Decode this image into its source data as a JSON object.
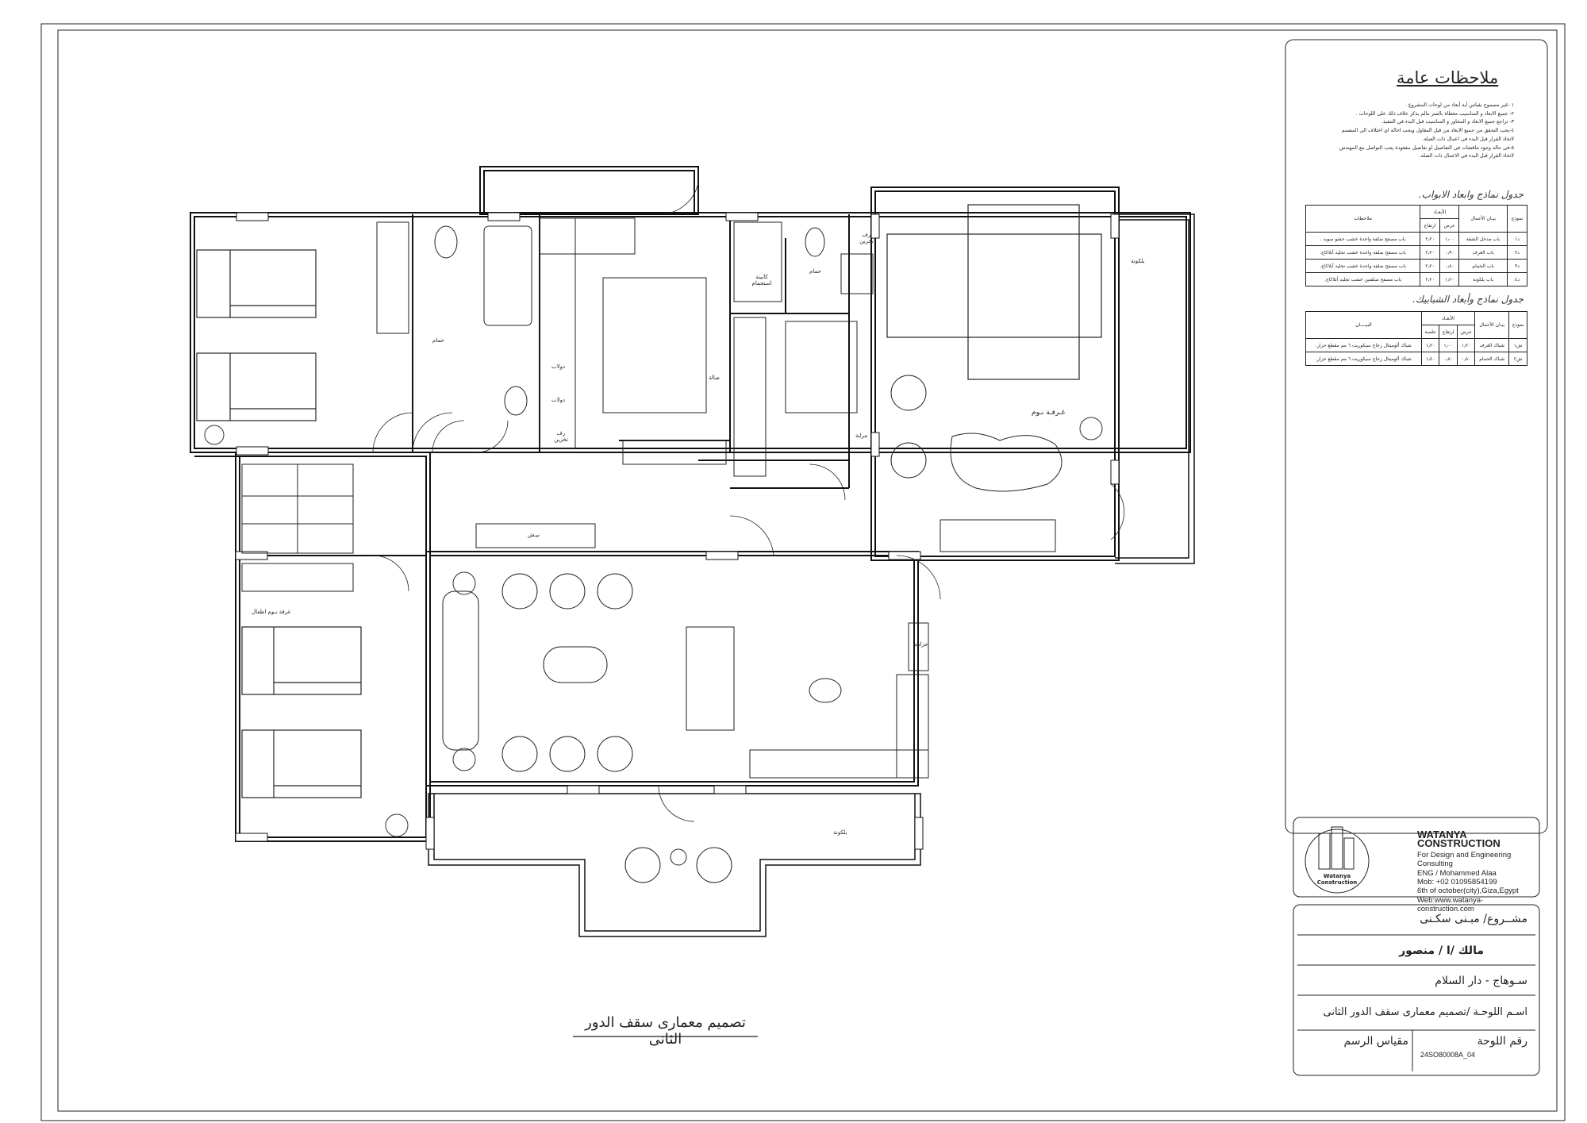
{
  "notes": {
    "title": "ملاحظات عامة",
    "items": [
      "١ -غير مسموح بقياس أية أبعاد من لوحات المشروع .",
      "٢- جميع الابعاد و المناسيب معطاة بالمتر مالم يذكر خلاف ذلك على اللوحات .",
      "٣- تراجع جميع الابعاد و المحاور و المناسيب قبل البدء في التنفيذ.",
      "٤-يجب التحقق من جميع الابعاد من قبل المقاول ويجب احالة اى اختلاف الى المصمم",
      "لاتخاذ القرار قبل البدء فى اعمال ذات الصلة.",
      "٥-فى حالة وجود تناقضات فى التفاصيل او تفاصيل مفقودة يجب التواصل مع المهندس",
      "لاتخاذ القرار قبل البدء فى الاعمال ذات الصلة."
    ]
  },
  "doors_table": {
    "title": "جدول نماذج وابعاد الابواب.",
    "headers": {
      "model": "نموذج",
      "desc": "بيـان الأعمال",
      "dims": "الأبعـاد",
      "width": "عرض",
      "height": "ارتفاع",
      "notes": "ملاحظات"
    },
    "rows": [
      {
        "model": "د١",
        "desc": "باب مدخل الشقة",
        "width": "١٫٠٠",
        "height": "٢٫٢٠",
        "notes": "باب مصفح ضلفة واحدة خشب حشو سويد ."
      },
      {
        "model": "د٢",
        "desc": "باب الغرف",
        "width": "٠٫٩٠",
        "height": "٢٫٢٠",
        "notes": "باب مصفح ضلفة واحدة خشب تجليد أبلاكاج."
      },
      {
        "model": "د٣",
        "desc": "باب الحمام",
        "width": "٠٫٨٠",
        "height": "٢٫٢٠",
        "notes": "باب مصفح ضلفة واحدة خشب تجليد أبلاكاج."
      },
      {
        "model": "د٤",
        "desc": "باب بلكونة",
        "width": "١٫٢٠",
        "height": "٢٫٢٠",
        "notes": "باب مصفح ضلفتين خشب تجليد أبلاكاج."
      }
    ]
  },
  "windows_table": {
    "title": "جدول نماذج وأبعاد الشبابيك.",
    "headers": {
      "model": "نموذج",
      "desc": "بيـان الأعمال",
      "dims": "الأبعـاد",
      "width": "عرض",
      "height": "ارتفاع",
      "sill": "جلسة",
      "statement": "البيــــان"
    },
    "rows": [
      {
        "model": "ش١",
        "desc": "شباك الغرف",
        "width": "١٫٢٠",
        "height": "١٫٠٠",
        "sill": "١٫٢٠",
        "statement": "شباك ألوميتال زجاج سيكوريت ٦ مم مقطع جرار."
      },
      {
        "model": "ش٢",
        "desc": "شباك الحمام",
        "width": "٠٫٨٠",
        "height": "٠٫٨٠",
        "sill": "١٫٤٠",
        "statement": "شباك ألوميتال زجاج سيكوريت ٦ مم مقطع جرار."
      }
    ]
  },
  "company": {
    "name": "WATANYA CONSTRUCTION",
    "lines": [
      "For Design and Engineering Consulting",
      "ENG / Mohammed Alaa",
      "Mob: +02 01095854199",
      "6th of october(city),Giza,Egypt",
      "Web:www.watanya-construction.com"
    ],
    "logo_caption": "Watanya Construction"
  },
  "title_block": {
    "project": "مشــروع/ مبـنى سكـنى",
    "owner": "مالك /ا / منصور",
    "location": "سـوهاج  -  دار السلام",
    "sheet_name": "اسـم اللوحـة /تصميم معمارى سقف الدور الثانى",
    "sheet_number_label": "رقم اللوحة",
    "sheet_number": "24SO80008A_04",
    "scale_label": "مقياس الرسم"
  },
  "drawing_title": "تصميم معمارى سقف الدور الثانى",
  "room_labels": {
    "bath_top": "حمام",
    "bath_center": "حمام",
    "bedroom": "غـرفـة نـوم",
    "kids_bedroom": "غرفة نـوم اطفال",
    "balcony_right": "بلكونة",
    "balcony_bottom": "بلكونة",
    "niche": "نيـش",
    "hall": "صالة",
    "linen_cabinet": "كابينة استحمام",
    "mirror": "مراية",
    "closet1": "دولاب",
    "closet2": "دولاب",
    "shelf1": "رف تخزين",
    "shelf2": "رف تخزين",
    "buffet": "جزامة"
  }
}
